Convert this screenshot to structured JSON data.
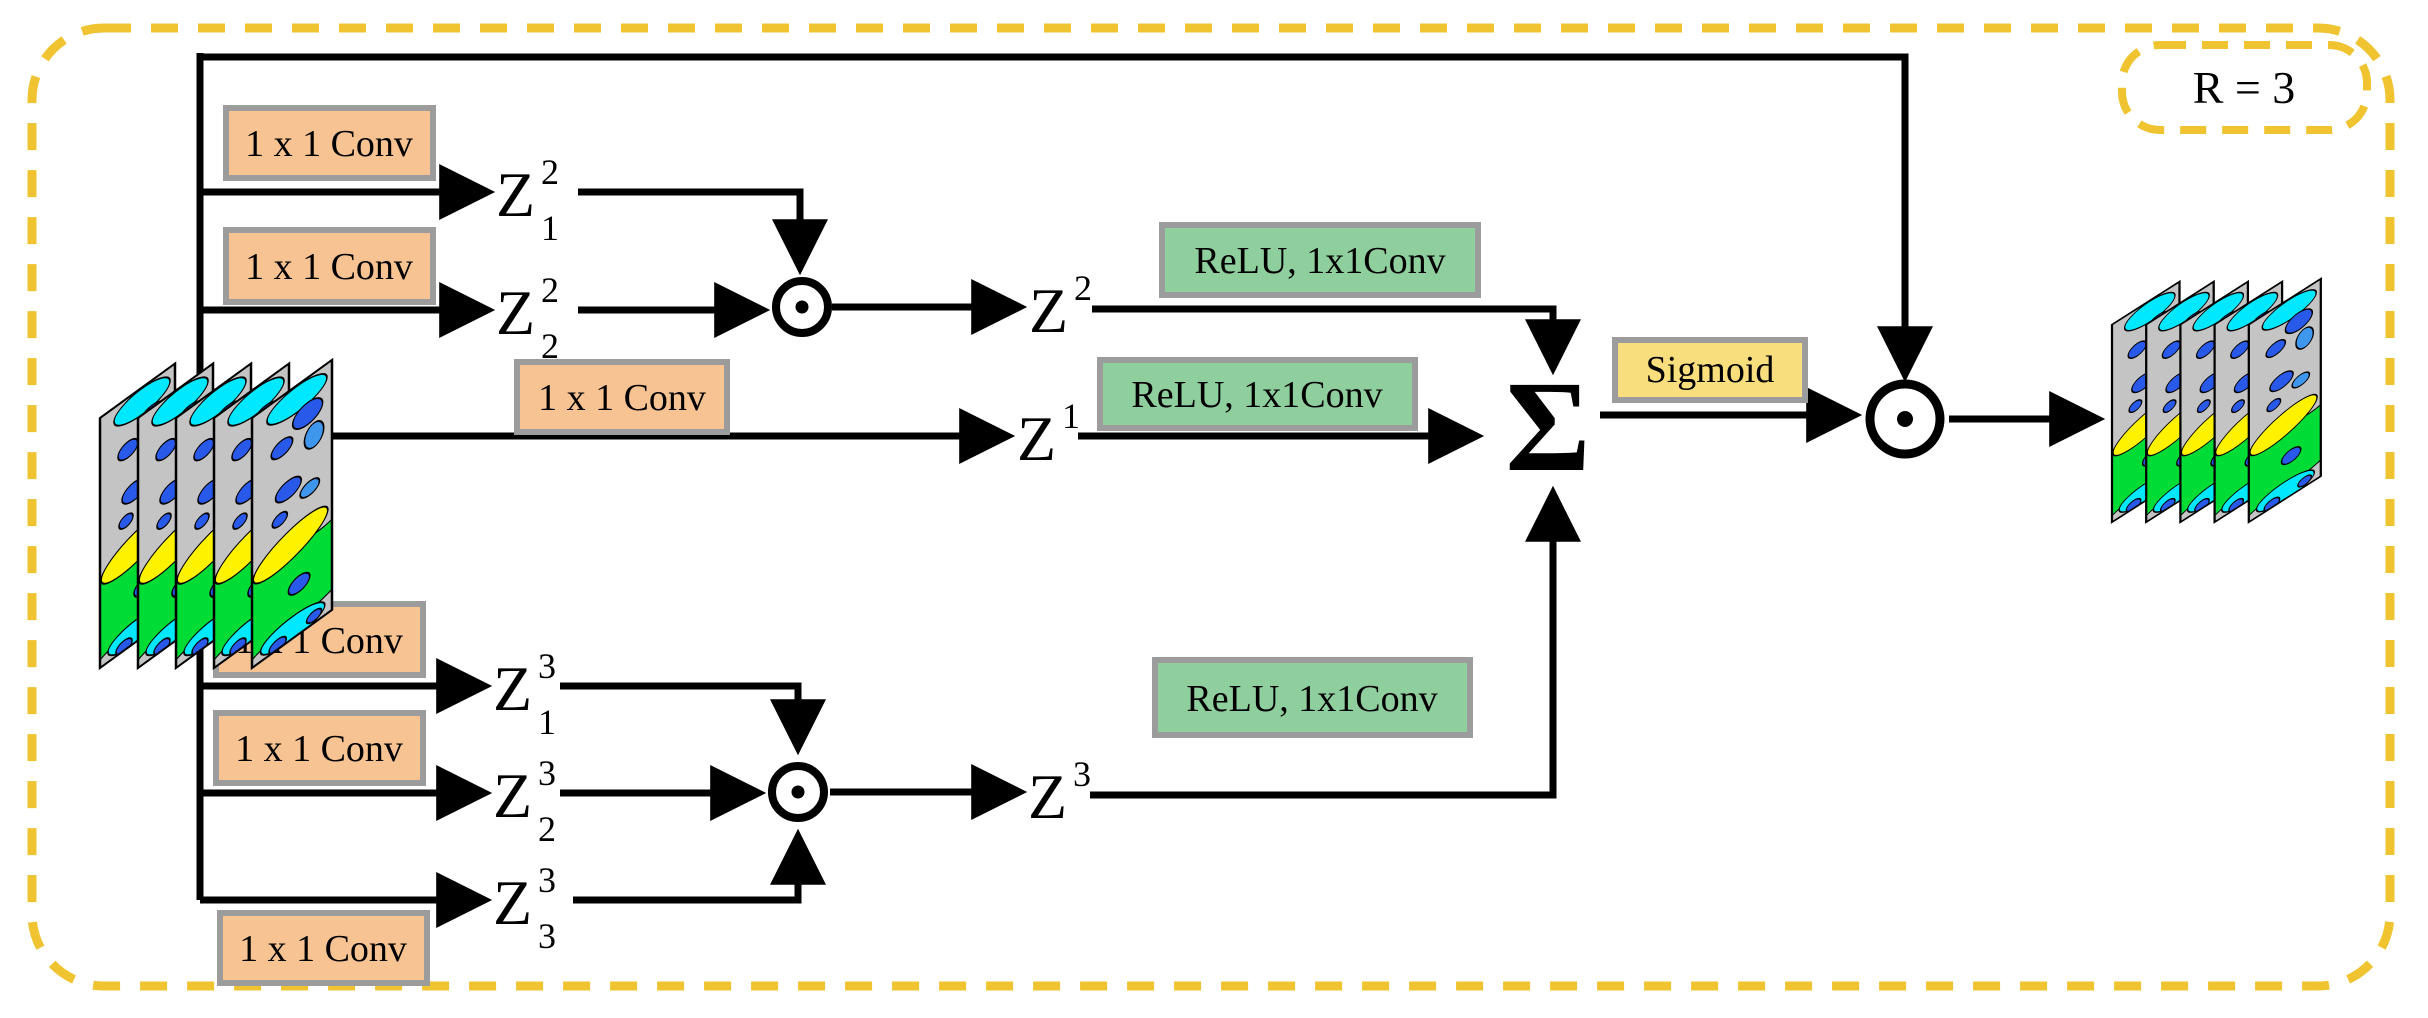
{
  "diagram": {
    "badge_label": "R = 3",
    "conv_box_label": "1 x 1 Conv",
    "relu_box_label": "ReLU, 1x1Conv",
    "sigmoid_box_label": "Sigmoid",
    "sum_operator": "Σ",
    "odot_operator": "⊙",
    "z_labels": {
      "z12": {
        "base": "Z",
        "sup": "2",
        "sub": "1"
      },
      "z22": {
        "base": "Z",
        "sup": "2",
        "sub": "2"
      },
      "z13": {
        "base": "Z",
        "sup": "3",
        "sub": "1"
      },
      "z23": {
        "base": "Z",
        "sup": "3",
        "sub": "2"
      },
      "z33": {
        "base": "Z",
        "sup": "3",
        "sub": "3"
      },
      "z1": {
        "base": "Z",
        "sup": "1"
      },
      "z2": {
        "base": "Z",
        "sup": "2"
      },
      "z3": {
        "base": "Z",
        "sup": "3"
      }
    },
    "colors": {
      "conv_fill": "#f7c392",
      "relu_fill": "#8fce9d",
      "sigmoid_fill": "#f9de7d",
      "box_border": "#9c9c9c",
      "dash_border": "#f0c330",
      "line": "#000000",
      "map_gray": "#c4c4c4",
      "map_cyan": "#00e8ff",
      "map_blue": "#2959e8",
      "map_lightblue": "#3e97ec",
      "map_green": "#00dc36",
      "map_yellow": "#fff200"
    },
    "icons": {
      "input_stack": "feature-map-stack",
      "output_stack": "feature-map-stack",
      "odot": "elementwise-product-icon",
      "sum": "summation-icon"
    }
  }
}
